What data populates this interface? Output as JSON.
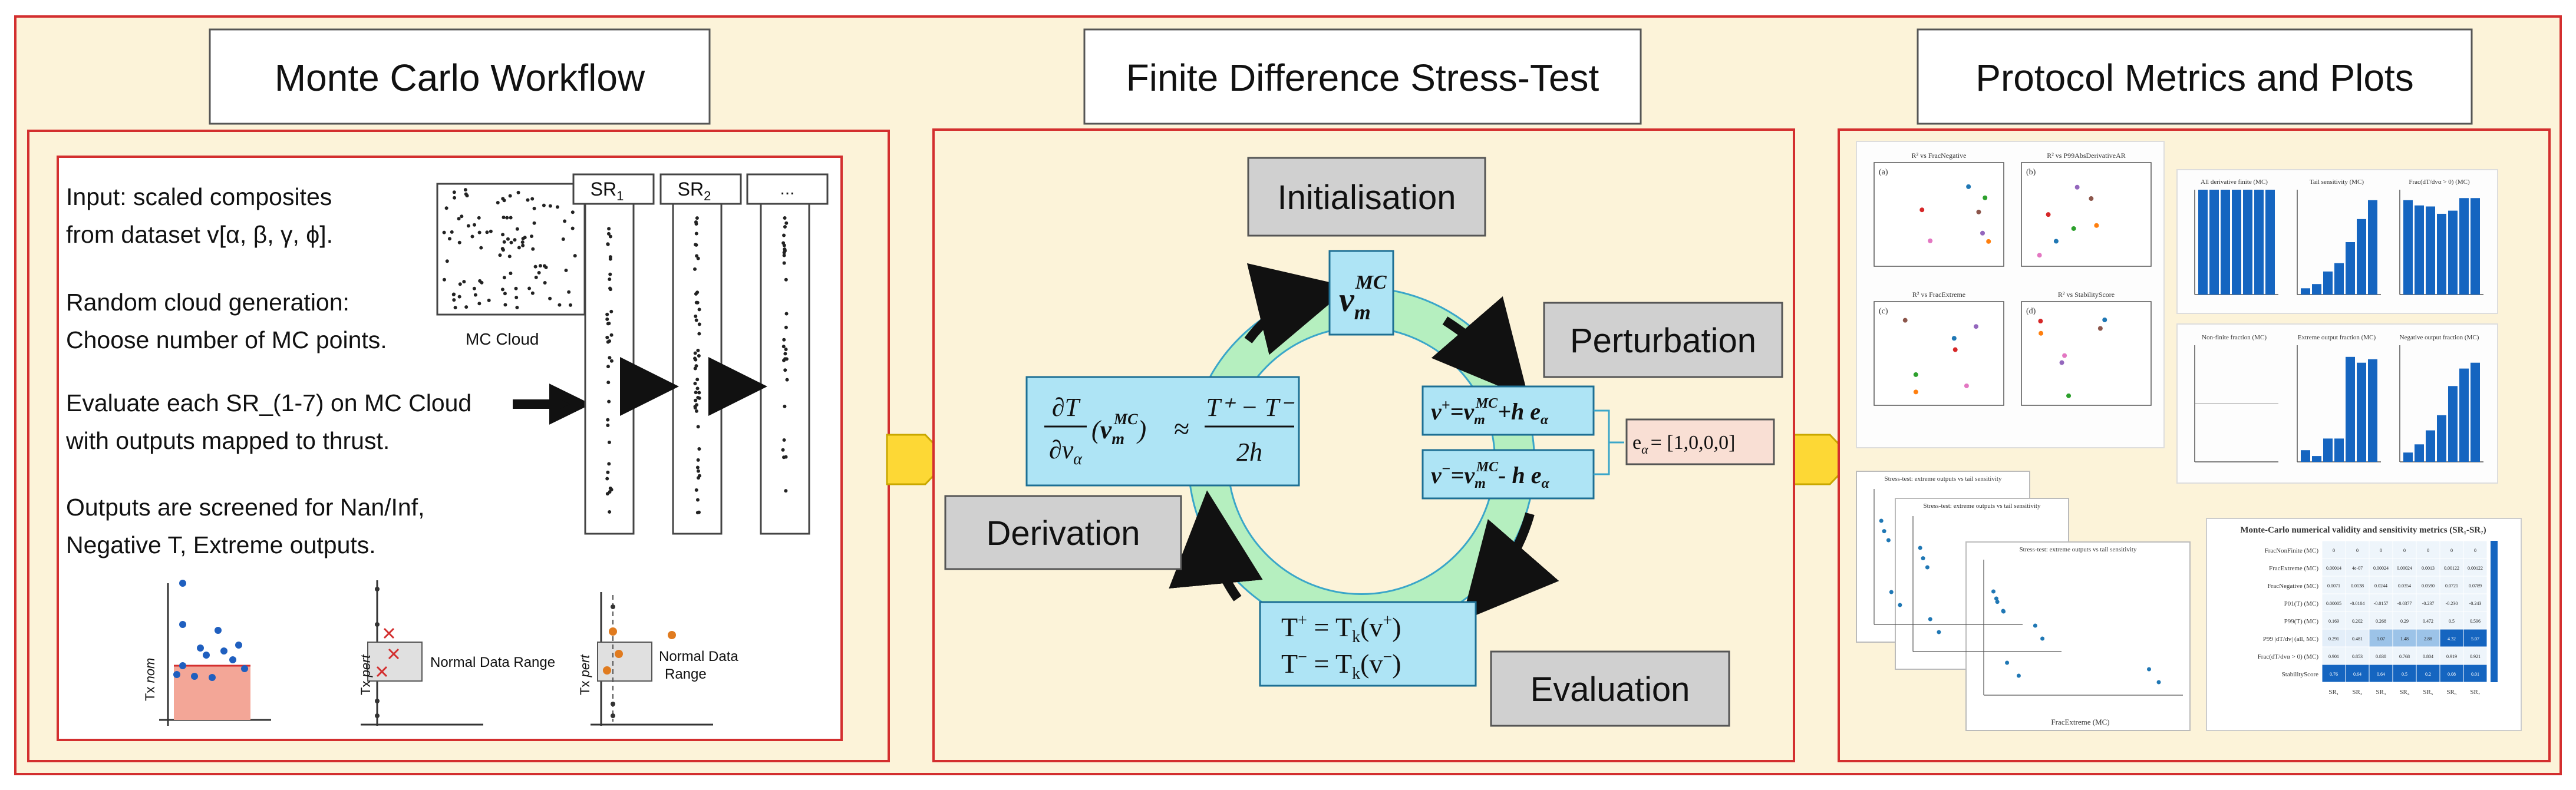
{
  "panels": {
    "mc": {
      "title": "Monte Carlo Workflow"
    },
    "fd": {
      "title": "Finite Difference Stress-Test"
    },
    "pm": {
      "title": "Protocol Metrics and Plots"
    }
  },
  "mc": {
    "text": [
      "Input: scaled composites",
      "from dataset v[α, β, γ, ϕ].",
      "Random cloud generation:",
      "Choose number of MC points.",
      "Evaluate each SR_(1-7) on MC Cloud",
      "with outputs mapped to thrust.",
      "Outputs are screened for Nan/Inf,",
      "Negative T, Extreme outputs."
    ],
    "cloud_label": "MC Cloud",
    "sr_headers": [
      "SR",
      "SR",
      "..."
    ],
    "sr_subs": [
      "1",
      "2"
    ],
    "tx_label": "Tx",
    "tx_subs": [
      "nom",
      "pert",
      "pert"
    ],
    "normal_range": "Normal Data Range",
    "normal_range_split": [
      "Normal Data",
      "Range"
    ]
  },
  "fd": {
    "states": {
      "init": "Initialisation",
      "pert": "Perturbation",
      "eval": "Evaluation",
      "deriv": "Derivation"
    },
    "vmc": {
      "v": "v",
      "sub": "m",
      "sup": "MC"
    },
    "vplus": {
      "lhs": "v",
      "sign": "+",
      "rhs_sign": "+h e"
    },
    "vminus": {
      "lhs": "v",
      "sign": "−",
      "rhs_sign": "- h e"
    },
    "e_vector": "= [1,0,0,0]",
    "e_sym": "e",
    "alpha": "α",
    "tplus": "T",
    "tk": "T",
    "k": "k",
    "deriv_parts": {
      "partial": "∂T",
      "dv": "∂v",
      "approx": "≈",
      "num": "T⁺ − T⁻",
      "den": "2h"
    }
  },
  "pm": {
    "plot_titles": [
      "R² vs FracNegative",
      "R² vs P99AbsDerivativeAR",
      "R² vs FracExtreme",
      "R² vs StabilityScore"
    ],
    "plot_letters": [
      "(a)",
      "(b)",
      "(c)",
      "(d)"
    ],
    "bar_titles": [
      "All derivative finite (MC)",
      "Tail sensitivity (MC)",
      "Frac(dT/dvα > 0) (MC)",
      "Non-finite fraction (MC)",
      "Extreme output fraction (MC)",
      "Negative output fraction (MC)"
    ],
    "stress_title": "Stress-test: extreme outputs vs tail sensitivity",
    "stress_xlabel": "FracExtreme (MC)",
    "table_title": "Monte-Carlo numerical validity and sensitivity metrics (SR₁-SR₇)",
    "table_rows": [
      {
        "label": "FracNonFinite (MC)",
        "values": [
          "0",
          "0",
          "0",
          "0",
          "0",
          "0",
          "0"
        ]
      },
      {
        "label": "FracExtreme (MC)",
        "values": [
          "0.00014",
          "4e-07",
          "0.00024",
          "0.00024",
          "0.0013",
          "0.00122",
          "0.00122"
        ]
      },
      {
        "label": "FracNegative (MC)",
        "values": [
          "0.0071",
          "0.0138",
          "0.0244",
          "0.0354",
          "0.0590",
          "0.0721",
          "0.0789"
        ]
      },
      {
        "label": "P01(T) (MC)",
        "values": [
          "0.00005",
          "-0.0104",
          "-0.0157",
          "-0.0377",
          "-0.237",
          "-0.230",
          "-0.243"
        ]
      },
      {
        "label": "P99(T) (MC)",
        "values": [
          "0.169",
          "0.202",
          "0.268",
          "0.29",
          "0.472",
          "0.5",
          "0.596"
        ]
      },
      {
        "label": "P99 |dT/dv| (all, MC)",
        "values": [
          "0.291",
          "0.481",
          "1.07",
          "1.48",
          "2.88",
          "4.32",
          "5.07"
        ]
      },
      {
        "label": "Frac(dT/dvα > 0) (MC)",
        "values": [
          "0.901",
          "0.853",
          "0.838",
          "0.768",
          "0.804",
          "0.919",
          "0.921"
        ]
      },
      {
        "label": "StabilityScore",
        "values": [
          "0.76",
          "0.64",
          "0.64",
          "0.5",
          "0.2",
          "0.08",
          "0.01"
        ]
      }
    ],
    "table_cols": [
      "SR₁",
      "SR₂",
      "SR₃",
      "SR₄",
      "SR₅",
      "SR₆",
      "SR₇"
    ]
  },
  "colors": {
    "frame_red": "#d32f2f",
    "panel_bg": "#fcf3d9",
    "cyan_box": "#aee4f5",
    "ring_green": "#b5efbf",
    "state_gray": "#d0d0d0",
    "arrow_yellow": "#fdd835",
    "bar_blue": "#1565c0",
    "pink_box": "#f9dfd4"
  }
}
